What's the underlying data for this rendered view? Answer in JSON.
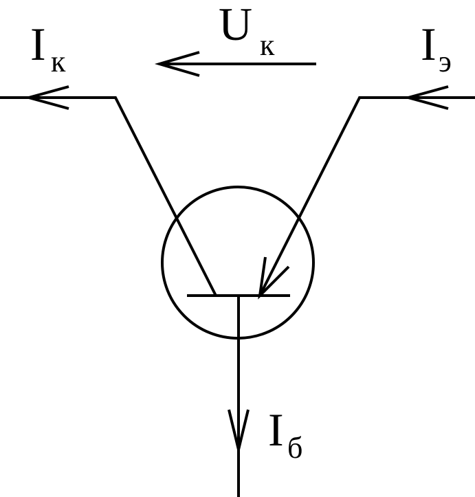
{
  "labels": {
    "collector_current": {
      "main": "I",
      "sub": "к"
    },
    "collector_voltage": {
      "main": "U",
      "sub": "к"
    },
    "emitter_current": {
      "main": "I",
      "sub": "э"
    },
    "base_current": {
      "main": "I",
      "sub": "б"
    }
  }
}
